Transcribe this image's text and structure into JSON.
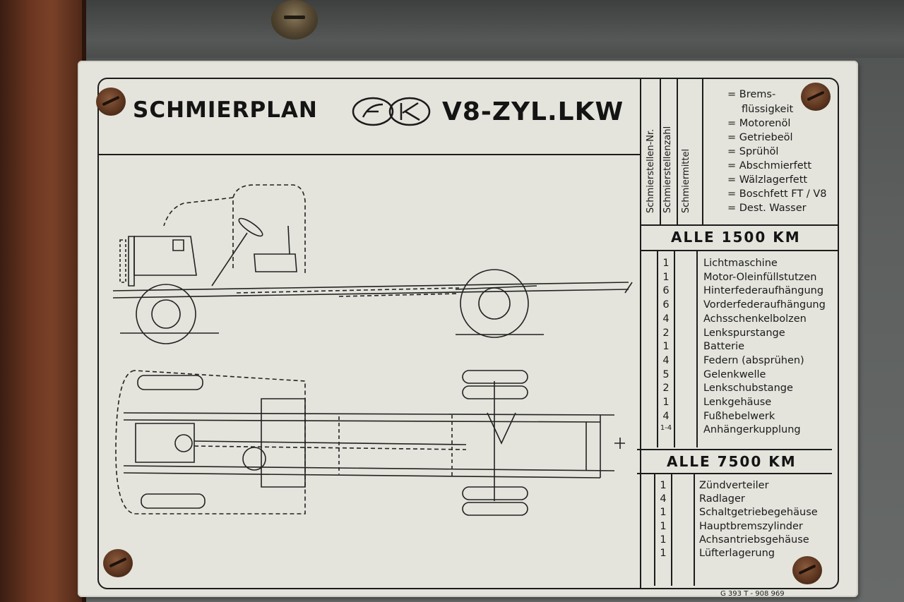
{
  "card": {
    "title_left": "SCHMIERPLAN",
    "logo_letters": "FK",
    "title_right": "V8-ZYL.LKW",
    "column_headers": [
      "Schmierstellen-Nr.",
      "Schmierstellenzahl",
      "Schmiermittel"
    ],
    "legend": [
      "= Brems-",
      "flüssigkeit",
      "= Motorenöl",
      "= Getriebeöl",
      "= Sprühöl",
      "= Abschmierfett",
      "= Wälzlagerfett",
      "= Boschfett FT / V8",
      "= Dest. Wasser"
    ],
    "section_1500": {
      "title": "ALLE 1500 KM",
      "rows": [
        {
          "qty": "1",
          "name": "Lichtmaschine"
        },
        {
          "qty": "1",
          "name": "Motor-Oleinfüllstutzen"
        },
        {
          "qty": "6",
          "name": "Hinterfederaufhängung"
        },
        {
          "qty": "6",
          "name": "Vorderfederaufhängung"
        },
        {
          "qty": "4",
          "name": "Achsschenkelbolzen"
        },
        {
          "qty": "2",
          "name": "Lenkspurstange"
        },
        {
          "qty": "1",
          "name": "Batterie"
        },
        {
          "qty": "4",
          "name": "Federn (absprühen)"
        },
        {
          "qty": "5",
          "name": "Gelenkwelle"
        },
        {
          "qty": "2",
          "name": "Lenkschubstange"
        },
        {
          "qty": "1",
          "name": "Lenkgehäuse"
        },
        {
          "qty": "4",
          "name": "Fußhebelwerk"
        },
        {
          "qty": "1-4",
          "name": "Anhängerkupplung"
        }
      ]
    },
    "section_7500": {
      "title": "ALLE 7500 KM",
      "rows": [
        {
          "qty": "1",
          "name": "Zündverteiler"
        },
        {
          "qty": "4",
          "name": "Radlager"
        },
        {
          "qty": "1",
          "name": "Schaltgetriebegehäuse"
        },
        {
          "qty": "1",
          "name": "Hauptbremszylinder"
        },
        {
          "qty": "1",
          "name": "Achsantriebsgehäuse"
        },
        {
          "qty": "1",
          "name": "Lüfterlagerung"
        }
      ]
    },
    "footer_code": "G 393 T - 908 969"
  },
  "colors": {
    "card": "#e4e4dc",
    "ink": "#1c1c1c",
    "wood": "#6a3520",
    "wall": "#5b5d5c"
  }
}
